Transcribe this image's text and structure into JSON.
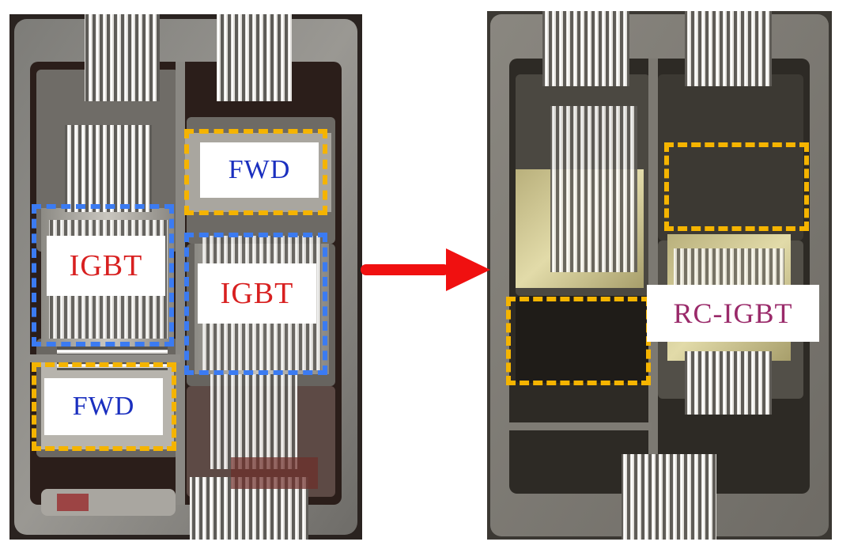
{
  "colors": {
    "igbt_outline": "#3b7bf2",
    "fwd_outline": "#f5b400",
    "igbt_text": "#d82020",
    "fwd_text": "#1a2fbf",
    "rc_igbt_text": "#9a2a6a",
    "arrow": "#f01010"
  },
  "left_module": {
    "labels": {
      "fwd_top": "FWD",
      "igbt_left": "IGBT",
      "igbt_right": "IGBT",
      "fwd_bottom": "FWD"
    }
  },
  "right_module": {
    "labels": {
      "rc_igbt": "RC-IGBT"
    }
  },
  "arrow": {
    "direction": "right"
  }
}
